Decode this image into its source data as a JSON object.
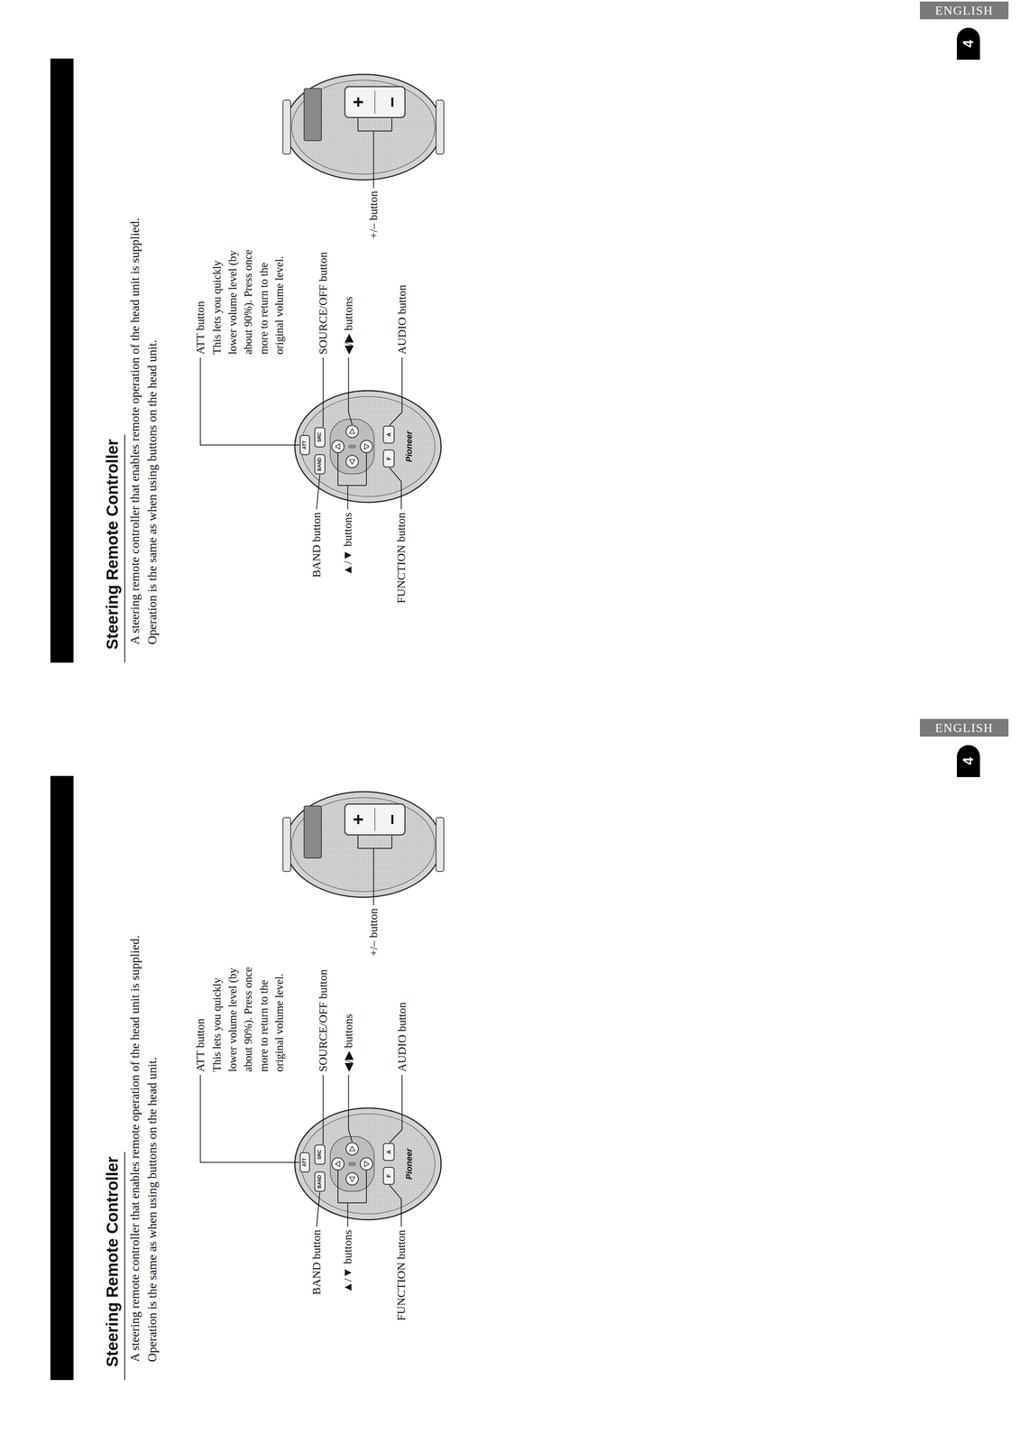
{
  "diagram": {
    "title": "Steering Remote Controller",
    "labels": [
      "ENGLISH",
      "4",
      "A steering remote controller that enables remote operation of the head unit is supplied.",
      "Operation is the same as when using buttons on the head unit.",
      "ATT button",
      "This lets you quickly lower volume level (by about 90%). Press once more to return to the original volume level.",
      "BAND button",
      "▲/▼ buttons",
      "FUNCTION button",
      "SOURCE/OFF button",
      "◀/▶ buttons",
      "AUDIO button",
      "+/– button",
      "ATT",
      "BAND",
      "SRC",
      "F",
      "A",
      "Pioneer",
      "+",
      "−",
      "Steering Remote Controller",
      "ENGLISH",
      "4",
      "A steering remote controller that enables remote operation of the head unit is supplied.",
      "Operation is the same as when using buttons on the head unit.",
      "ATT button",
      "This lets you quickly lower volume level (by about 90%). Press once more to return to the original volume level.",
      "BAND button",
      "▲/▼ buttons",
      "FUNCTION button",
      "SOURCE/OFF button",
      "◀/▶ buttons",
      "AUDIO button",
      "+/– button",
      "ATT",
      "BAND",
      "SRC",
      "F",
      "A",
      "Pioneer",
      "+",
      "−"
    ]
  }
}
